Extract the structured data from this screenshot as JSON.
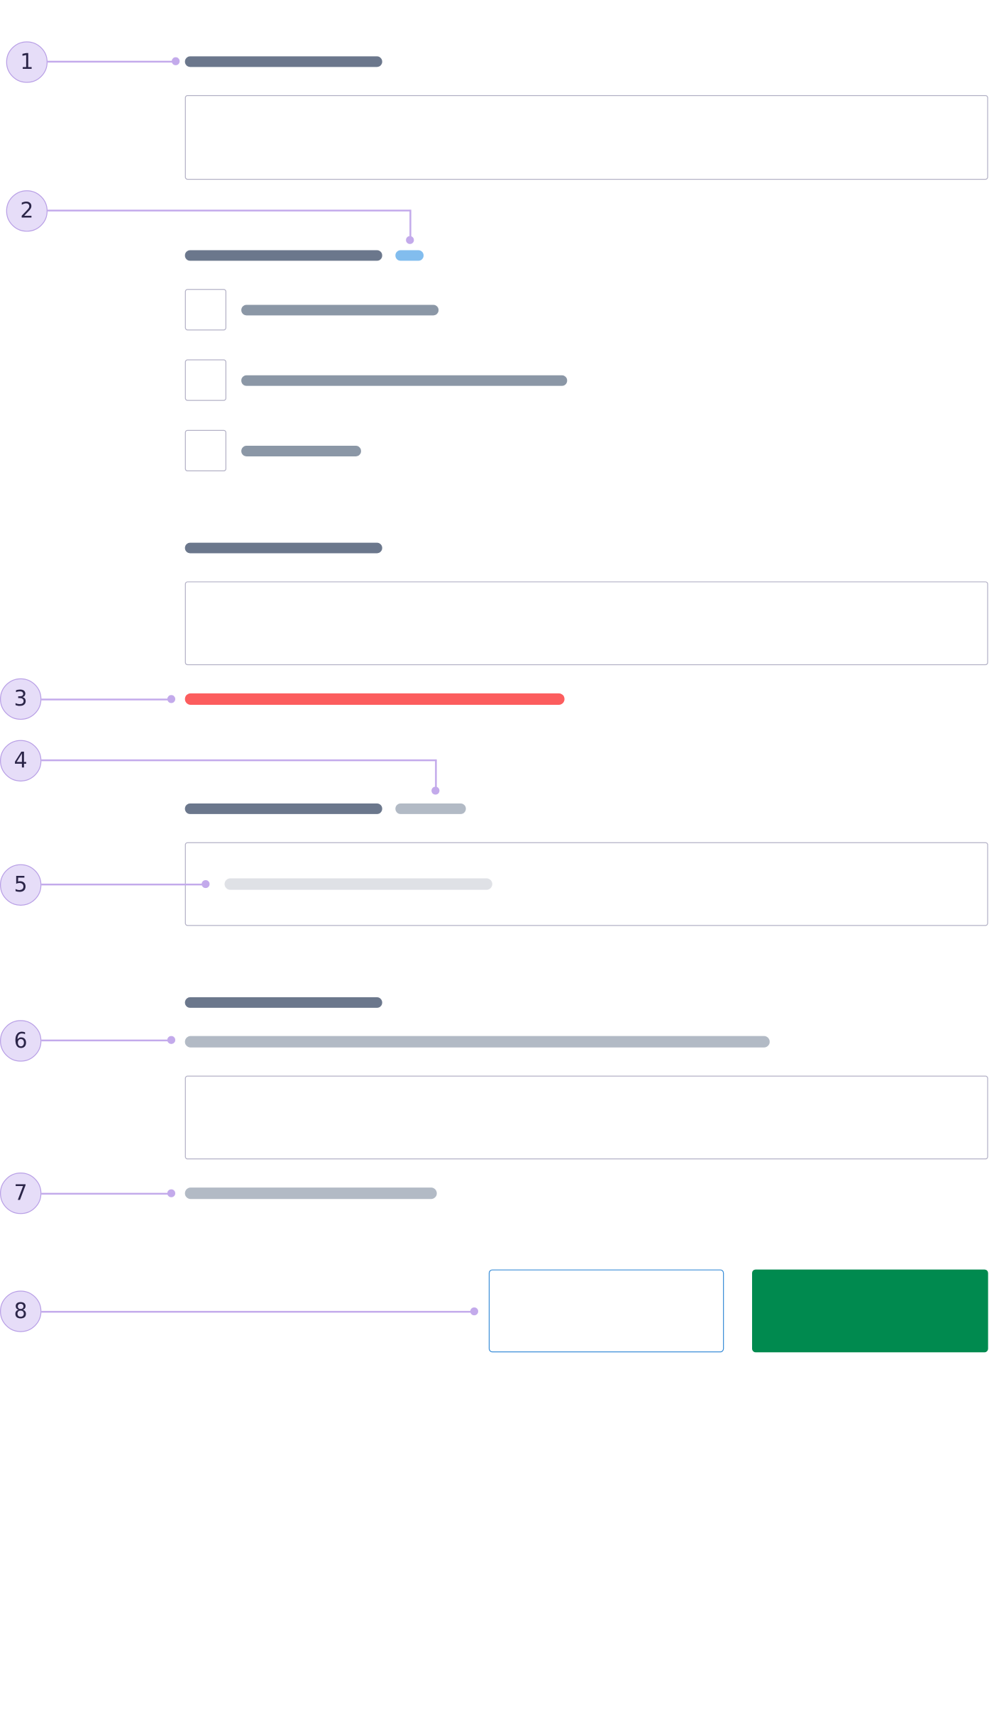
{
  "colors": {
    "label_bar": "#6b778c",
    "option_bar": "#8b97a6",
    "secondary_bar": "#b2bac5",
    "placeholder_bar": "#dfe1e6",
    "required_marker": "#82bdee",
    "error_bar": "#fc5d5e",
    "callout": "#c3aaeb",
    "badge_fill": "#e6ddf8",
    "field_border": "#b3b1c6",
    "secondary_button_border": "#3b8ed8",
    "primary_button_fill": "#008a4f"
  },
  "callouts": [
    "1",
    "2",
    "3",
    "4",
    "5",
    "6",
    "7",
    "8"
  ]
}
